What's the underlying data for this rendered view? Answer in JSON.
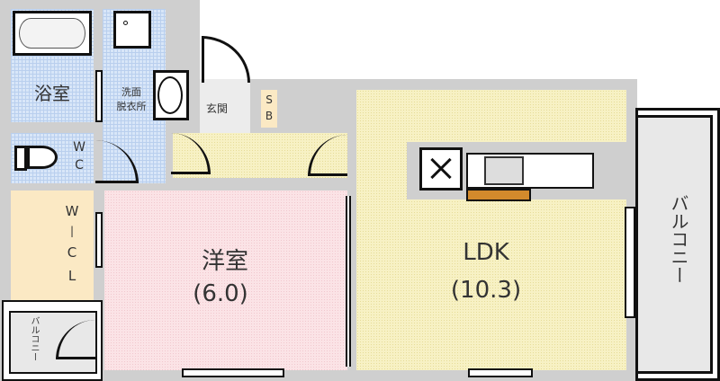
{
  "floorplan": {
    "rooms": {
      "bath": {
        "label": "浴室"
      },
      "washroom": {
        "label_line1": "洗面",
        "label_line2": "脱衣所"
      },
      "toilet": {
        "label_line1": "W",
        "label_line2": "C"
      },
      "entrance": {
        "label": "玄関"
      },
      "shoe_box": {
        "label_line1": "S",
        "label_line2": "B"
      },
      "walk_in_closet": {
        "label_line1": "W",
        "label_line2": "|",
        "label_line3": "C",
        "label_line4": "L"
      },
      "western_room": {
        "label": "洋室",
        "size": "(6.0)"
      },
      "ldk": {
        "label": "LDK",
        "size": "(10.3)"
      },
      "balcony_main": {
        "label": "バルコニー"
      },
      "balcony_small": {
        "label": "バルコニー"
      }
    },
    "colors": {
      "wall": "#cfcfcf",
      "wet_area": "#d8e6f8",
      "flooring": "#f7f1c4",
      "western_room": "#fbe3e6",
      "closet": "#fbe9c4",
      "counter": "#d38a2c"
    }
  }
}
